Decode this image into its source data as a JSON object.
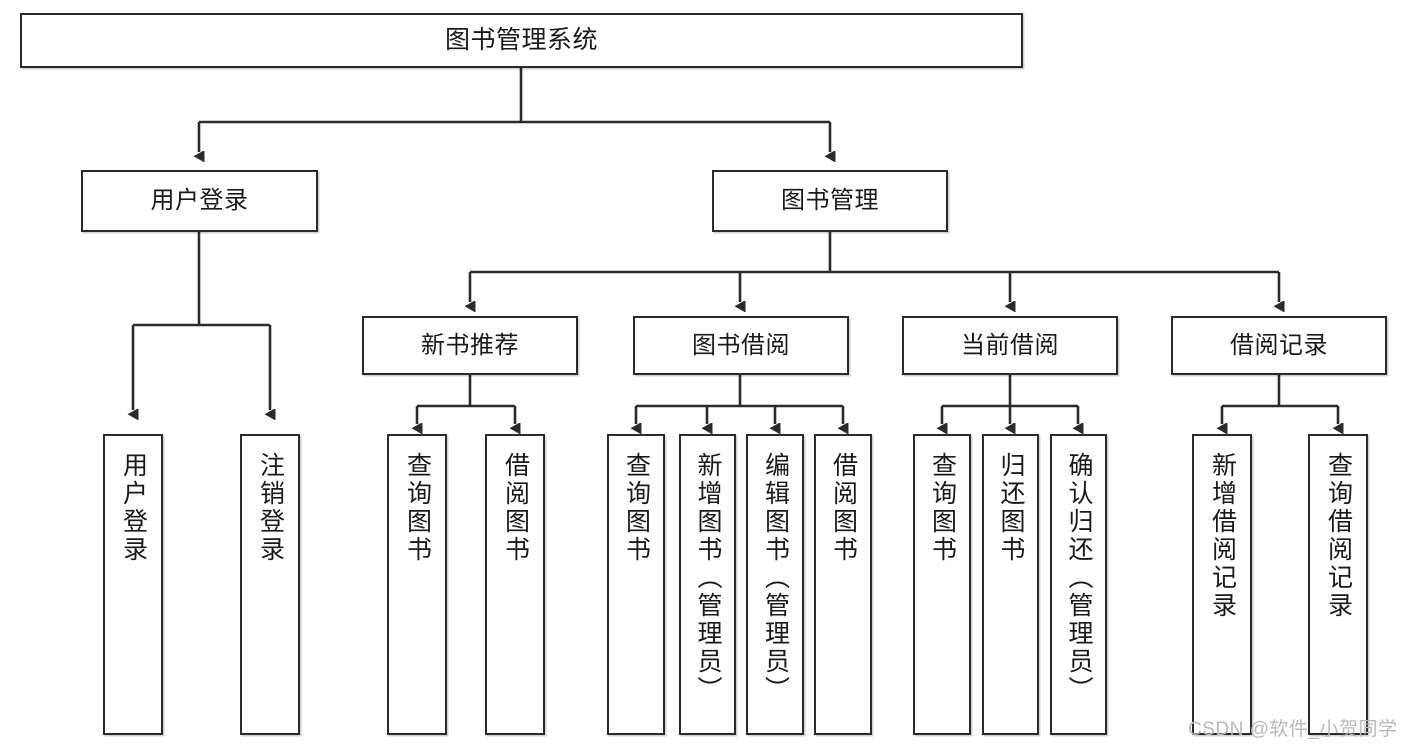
{
  "diagram": {
    "title": "图书管理系统",
    "type": "tree-hierarchy-chart",
    "orientation": "top-down",
    "colors": {
      "box_border": "#2b2b2b",
      "box_fill": "#ffffff",
      "edge": "#2b2b2b",
      "text": "#1a1a1a",
      "watermark": "#b9b9b9",
      "background": "#ffffff"
    }
  },
  "nodes": {
    "root": {
      "label": "图书管理系统"
    },
    "level2": [
      {
        "id": "user-login",
        "label": "用户登录"
      },
      {
        "id": "book-management",
        "label": "图书管理"
      }
    ],
    "level3": [
      {
        "id": "new-book-recommend",
        "label": "新书推荐"
      },
      {
        "id": "book-borrow",
        "label": "图书借阅"
      },
      {
        "id": "current-borrow",
        "label": "当前借阅"
      },
      {
        "id": "borrow-record",
        "label": "借阅记录"
      }
    ],
    "level4": {
      "user-login": [
        {
          "id": "leaf-user-login",
          "label": "用户登录"
        },
        {
          "id": "leaf-logout-login",
          "label": "注销登录"
        }
      ],
      "new-book-recommend": [
        {
          "id": "leaf-query-book-1",
          "label": "查询图书"
        },
        {
          "id": "leaf-borrow-book-1",
          "label": "借阅图书"
        }
      ],
      "book-borrow": [
        {
          "id": "leaf-query-book-2",
          "label": "查询图书"
        },
        {
          "id": "leaf-add-book-admin",
          "label": "新增图书（管理员）"
        },
        {
          "id": "leaf-edit-book-admin",
          "label": "编辑图书（管理员）"
        },
        {
          "id": "leaf-borrow-book-2",
          "label": "借阅图书"
        }
      ],
      "current-borrow": [
        {
          "id": "leaf-query-book-3",
          "label": "查询图书"
        },
        {
          "id": "leaf-return-book",
          "label": "归还图书"
        },
        {
          "id": "leaf-confirm-return-admin",
          "label": "确认归还（管理员）"
        }
      ],
      "borrow-record": [
        {
          "id": "leaf-add-borrow-record",
          "label": "新增借阅记录"
        },
        {
          "id": "leaf-query-borrow-record",
          "label": "查询借阅记录"
        }
      ]
    }
  },
  "watermark": {
    "text": "CSDN @软件_小贺同学"
  }
}
